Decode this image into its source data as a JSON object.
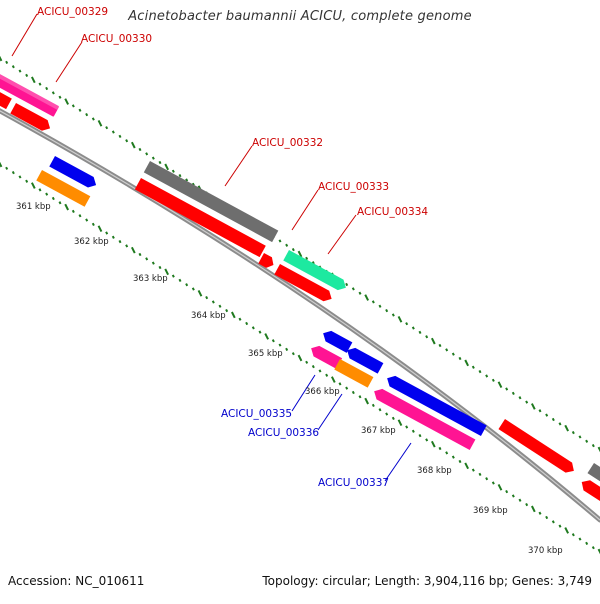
{
  "title": "Acinetobacter baumannii ACICU, complete genome",
  "footer": {
    "accession": "Accession: NC_010611",
    "info": "Topology: circular; Length: 3,904,116 bp; Genes: 3,749"
  },
  "colors": {
    "backbone": "#8c8c8c",
    "tick": "#1f7a1f",
    "forward_label": "#cc0000",
    "reverse_label": "#0000cc",
    "red": "#ff0000",
    "magenta": "#ff1493",
    "gray": "#6e6e6e",
    "blue": "#0000ee",
    "orange": "#ff8c00",
    "teal": "#1de9a0"
  },
  "scale_labels": [
    "361 kbp",
    "362 kbp",
    "363 kbp",
    "364 kbp",
    "365 kbp",
    "366 kbp",
    "367 kbp",
    "368 kbp",
    "369 kbp",
    "370 kbp"
  ],
  "gene_labels": [
    {
      "text": "ACICU_00329",
      "strand": "forward"
    },
    {
      "text": "ACICU_00330",
      "strand": "forward"
    },
    {
      "text": "ACICU_00332",
      "strand": "forward"
    },
    {
      "text": "ACICU_00333",
      "strand": "forward"
    },
    {
      "text": "ACICU_00334",
      "strand": "forward"
    },
    {
      "text": "ACICU_00335",
      "strand": "reverse"
    },
    {
      "text": "ACICU_00336",
      "strand": "reverse"
    },
    {
      "text": "ACICU_00337",
      "strand": "reverse"
    }
  ]
}
